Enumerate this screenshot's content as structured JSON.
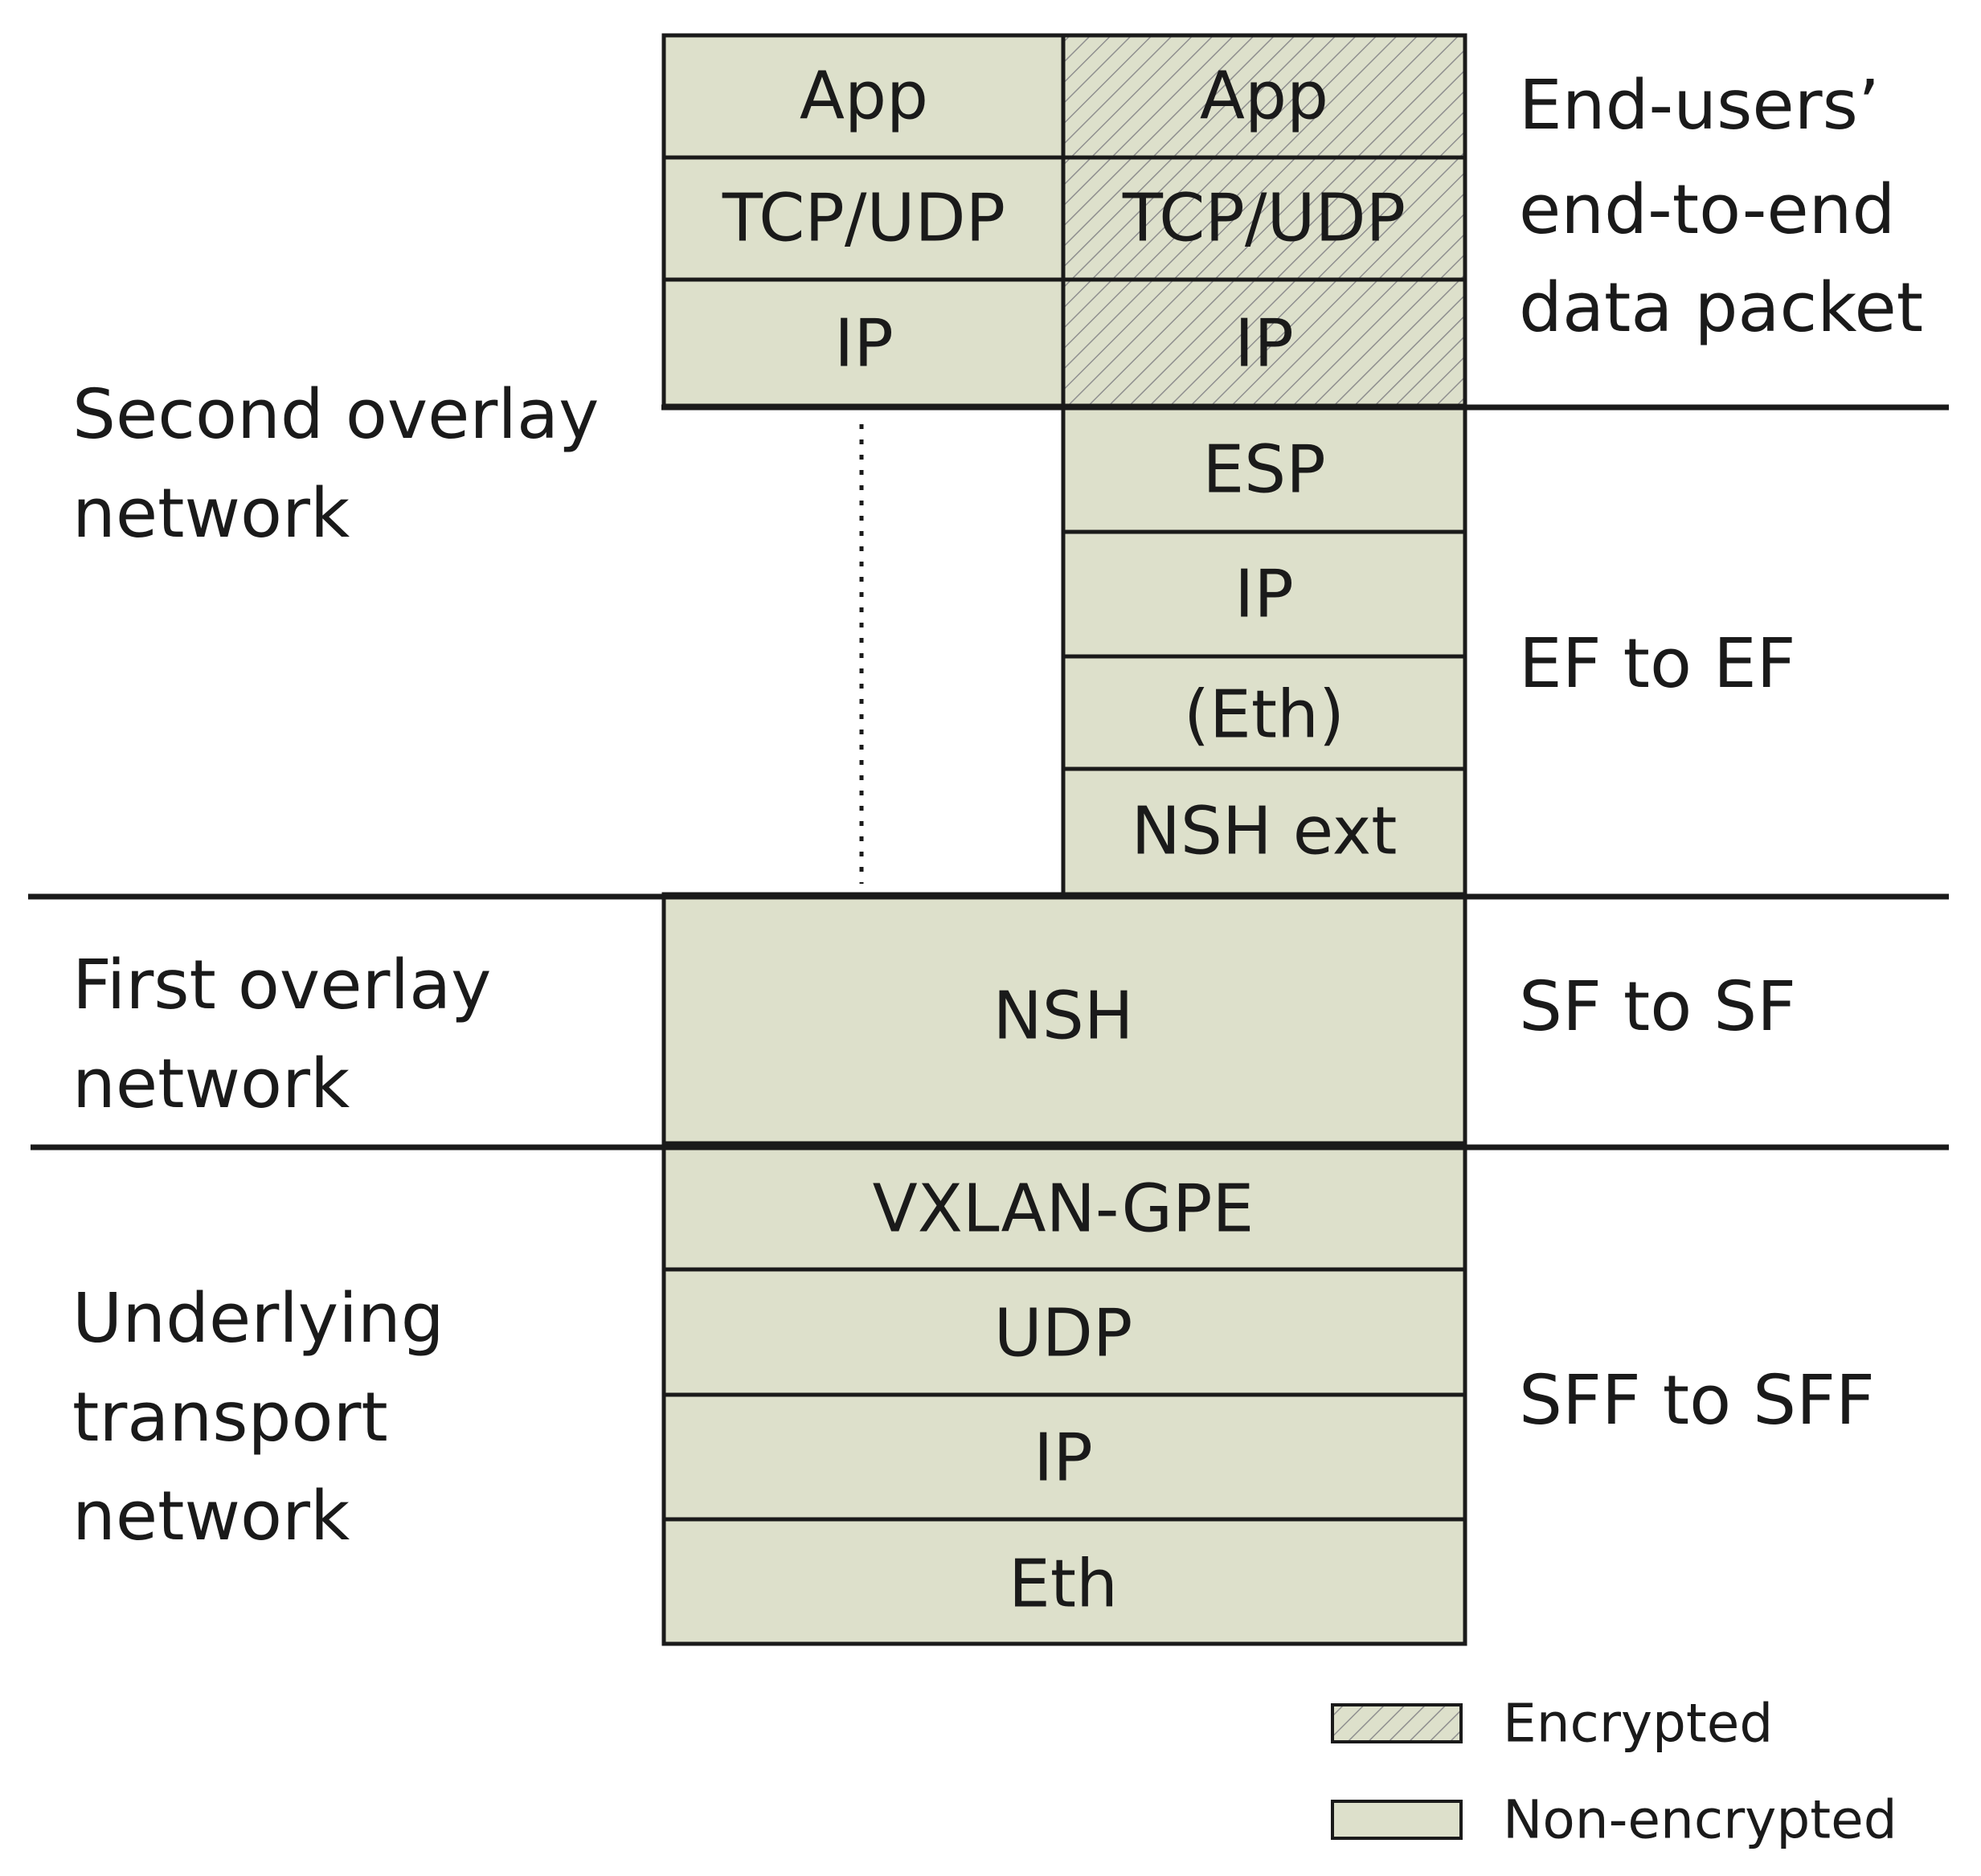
{
  "colors": {
    "fill": "#dde0cb",
    "stroke": "#1a1a1a",
    "hatch": "#8f8f8f",
    "background": "#ffffff"
  },
  "left_labels": {
    "second_overlay": [
      "Second overlay",
      "network"
    ],
    "first_overlay": [
      "First overlay",
      "network"
    ],
    "underlying": [
      "Underlying",
      "transport",
      "network"
    ]
  },
  "right_labels": {
    "end_users": [
      "End-users’",
      "end-to-end",
      "data packet"
    ],
    "ef_to_ef": "EF to EF",
    "sf_to_sf": "SF to SF",
    "sff_to_sff": "SFF to SFF"
  },
  "stack": {
    "inner_plain": [
      "App",
      "TCP/UDP",
      "IP"
    ],
    "inner_encrypted": [
      "App",
      "TCP/UDP",
      "IP"
    ],
    "second_overlay_headers": [
      "ESP",
      "IP",
      "(Eth)",
      "NSH ext"
    ],
    "first_overlay_header": "NSH",
    "underlay_headers": [
      "VXLAN-GPE",
      "UDP",
      "IP",
      "Eth"
    ]
  },
  "legend": {
    "encrypted": "Encrypted",
    "non_encrypted": "Non-encrypted"
  }
}
